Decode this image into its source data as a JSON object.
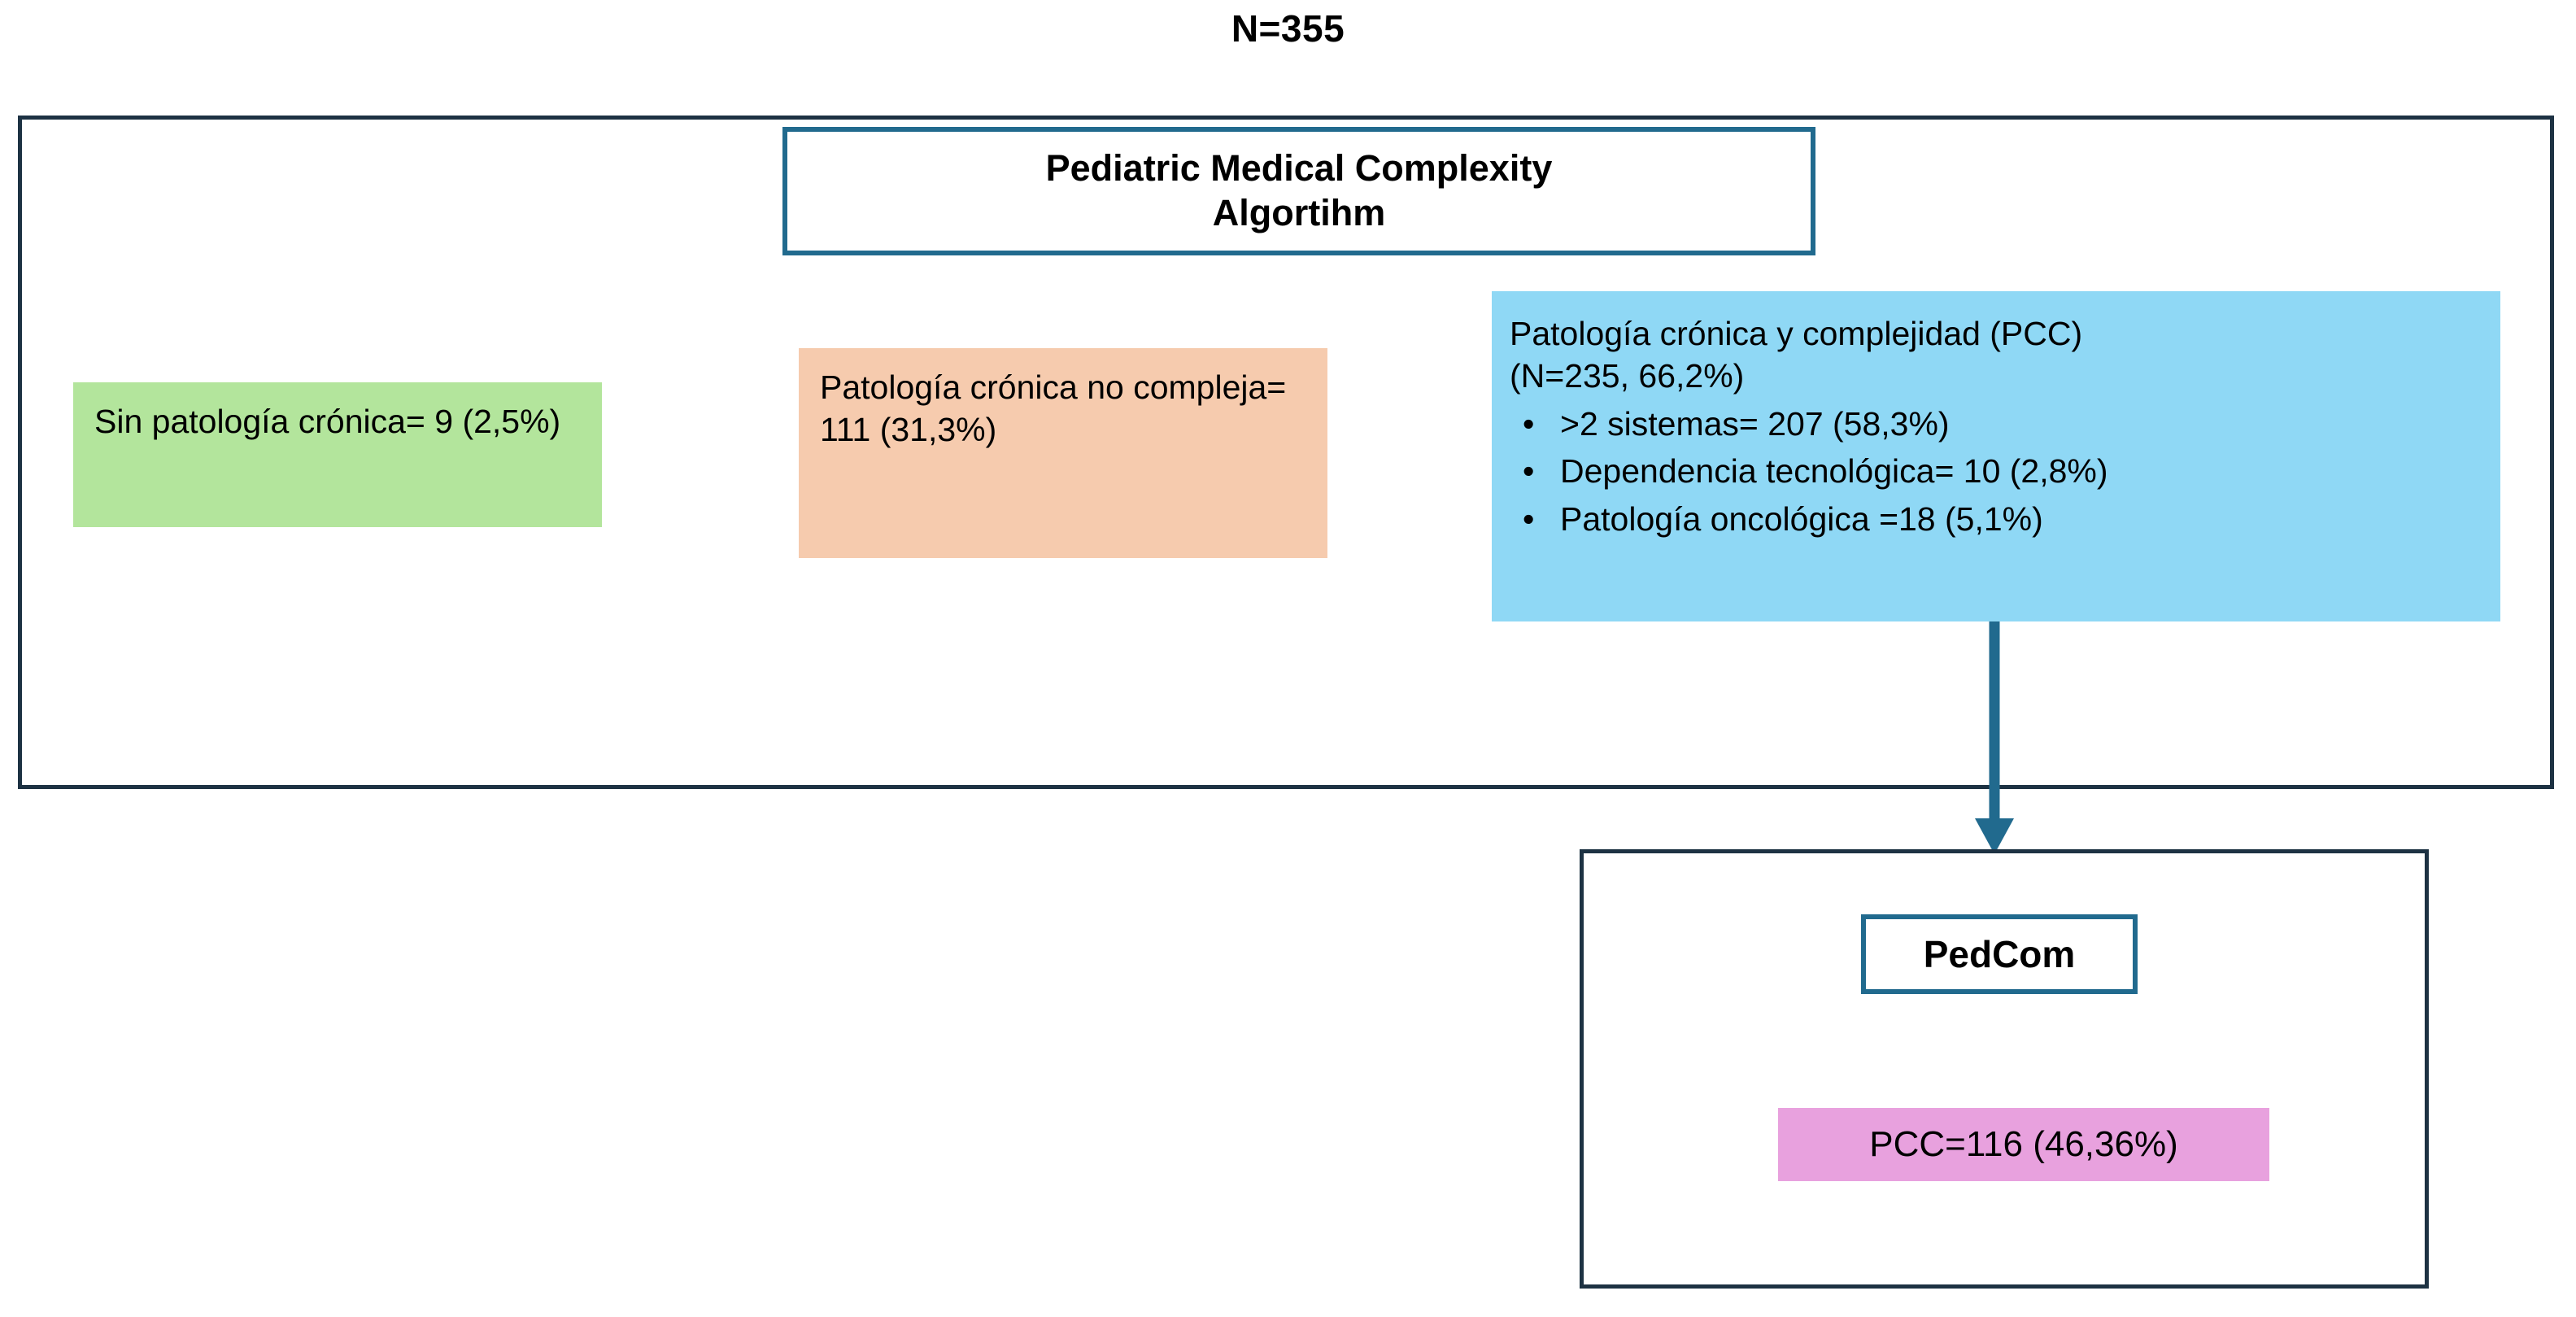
{
  "caption": "N=355",
  "algorithm": {
    "header_title": "Pediatric Medical Complexity Algortihm",
    "header_title_line1": "Pediatric Medical Complexity",
    "header_title_line2": "Algortihm",
    "colors": {
      "frame_border": "#1d3243",
      "header_border": "#216a8e",
      "no_chronic": "#b3e59c",
      "non_complex": "#f6cbae",
      "pcc": "#8fd8f5",
      "pcc_result": "#e8a1de",
      "arrow": "#216a8e"
    },
    "categories": [
      {
        "id": "no-chronic-disease",
        "text": "Sin patología crónica= 9 (2,5%)",
        "count": 9,
        "percent": "2,5%",
        "color": "#b3e59c"
      },
      {
        "id": "non-complex-chronic",
        "text": "Patología crónica no compleja= 111 (31,3%)",
        "count": 111,
        "percent": "31,3%",
        "color": "#f6cbae"
      },
      {
        "id": "chronic-complex",
        "lead_line1": "Patología crónica y complejidad (PCC)",
        "lead_line2": "(N=235, 66,2%)",
        "count": 235,
        "percent": "66,2%",
        "color": "#8fd8f5",
        "bullet_glyph": "•",
        "bullets": [
          {
            "text": ">2 sistemas= 207 (58,3%)",
            "count": 207,
            "percent": "58,3%"
          },
          {
            "text": "Dependencia tecnológica= 10 (2,8%)",
            "count": 10,
            "percent": "2,8%"
          },
          {
            "text": "Patología oncológica =18 (5,1%)",
            "count": 18,
            "percent": "5,1%"
          }
        ]
      }
    ]
  },
  "pedcom": {
    "label": "PedCom",
    "result_text": "PCC=116 (46,36%)",
    "result_count": 116,
    "result_percent": "46,36%"
  },
  "icons": {
    "arrow_down": "down-arrow-icon"
  },
  "chart_data": {
    "type": "diagram",
    "title": "N=355",
    "total": 355,
    "nodes": [
      {
        "id": "cohort",
        "label": "N=355",
        "value": 355
      },
      {
        "id": "pmca",
        "label": "Pediatric Medical Complexity Algortihm"
      },
      {
        "id": "no-chronic-disease",
        "label": "Sin patología crónica",
        "value": 9,
        "percent": 2.5
      },
      {
        "id": "non-complex-chronic",
        "label": "Patología crónica no compleja",
        "value": 111,
        "percent": 31.3
      },
      {
        "id": "chronic-complex",
        "label": "Patología crónica y complejidad (PCC)",
        "value": 235,
        "percent": 66.2
      },
      {
        "id": "more-than-2-systems",
        "label": ">2 sistemas",
        "value": 207,
        "percent": 58.3
      },
      {
        "id": "technology-dependence",
        "label": "Dependencia tecnológica",
        "value": 10,
        "percent": 2.8
      },
      {
        "id": "oncologic-disease",
        "label": "Patología oncológica",
        "value": 18,
        "percent": 5.1
      },
      {
        "id": "pedcom",
        "label": "PedCom"
      },
      {
        "id": "pedcom-pcc",
        "label": "PCC",
        "value": 116,
        "percent": 46.36
      }
    ],
    "edges": [
      {
        "from": "chronic-complex",
        "to": "pedcom"
      }
    ]
  }
}
